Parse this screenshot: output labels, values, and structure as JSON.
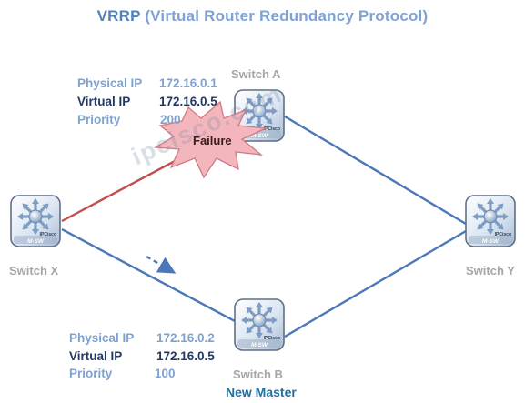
{
  "title": {
    "part1": "VRRP",
    "part2": "(Virtual Router Redundancy Protocol)"
  },
  "colors": {
    "title_primary": "#4f81bd",
    "title_secondary": "#7ea3d3",
    "link": "#4a78b8",
    "failed_link": "#c0504d",
    "label_muted": "#7ea3d3",
    "label_strong": "#1f3864",
    "device_label": "#a6a6a6",
    "new_master": "#1f6f9f",
    "failure_burst": "#f4b6bd"
  },
  "devices": {
    "switch_a": {
      "label": "Switch A",
      "icon": "layer3-switch-icon",
      "badge": "M-SW",
      "brand": "IPCisco"
    },
    "switch_b": {
      "label": "Switch B",
      "icon": "layer3-switch-icon",
      "badge": "M-SW",
      "brand": "IPCisco"
    },
    "switch_x": {
      "label": "Switch X",
      "icon": "layer3-switch-icon",
      "badge": "M-SW",
      "brand": "IPCisco"
    },
    "switch_y": {
      "label": "Switch Y",
      "icon": "layer3-switch-icon",
      "badge": "M-SW",
      "brand": "IPCisco"
    }
  },
  "switch_a_info": {
    "physical_ip_label": "Physical IP",
    "physical_ip_value": "172.16.0.1",
    "virtual_ip_label": "Virtual IP",
    "virtual_ip_value": "172.16.0.5",
    "priority_label": "Priority",
    "priority_value": "200"
  },
  "switch_b_info": {
    "physical_ip_label": "Physical IP",
    "physical_ip_value": "172.16.0.2",
    "virtual_ip_label": "Virtual IP",
    "virtual_ip_value": "172.16.0.5",
    "priority_label": "Priority",
    "priority_value": "100",
    "role": "New Master"
  },
  "failure": {
    "label": "Failure",
    "icon": "explosion-burst-icon"
  },
  "failover_arrow": {
    "icon": "dashed-arrow-icon"
  },
  "watermark": "ipcisco.com"
}
